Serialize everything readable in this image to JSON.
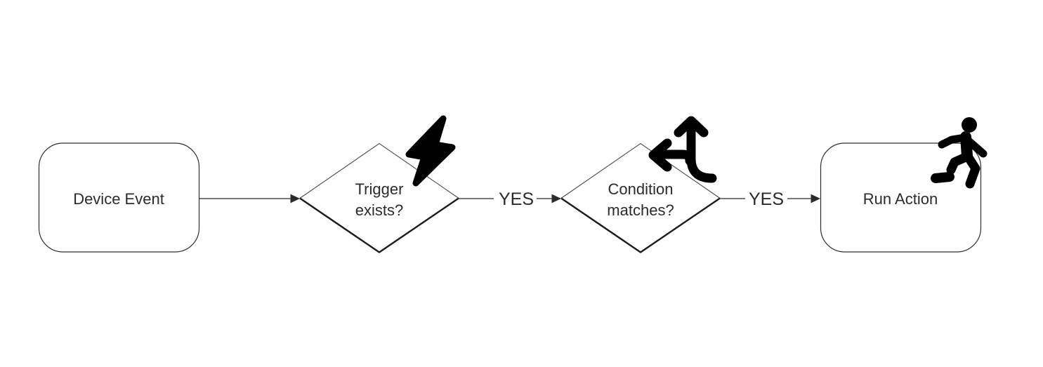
{
  "colors": {
    "background": "#ffffff",
    "shape-stroke": "#4a4a4a",
    "shape-stroke-strong": "#1c1c1c",
    "rect-stroke": "#2f2f2f",
    "edge-stroke": "#4f4f4f",
    "arrowhead": "#2b2b2b",
    "text": "#2b2b2b",
    "icon": "#000000"
  },
  "flowchart": {
    "nodes": [
      {
        "id": "device-event",
        "shape": "rounded-rectangle",
        "label": "Device Event"
      },
      {
        "id": "trigger-exists",
        "shape": "diamond",
        "label": "Trigger exists?",
        "label_line1": "Trigger",
        "label_line2": "exists?",
        "icon": "lightning-bolt-icon"
      },
      {
        "id": "condition-matches",
        "shape": "diamond",
        "label": "Condition matches?",
        "label_line1": "Condition",
        "label_line2": "matches?",
        "icon": "split-arrows-icon"
      },
      {
        "id": "run-action",
        "shape": "rounded-rectangle",
        "label": "Run Action",
        "icon": "person-running-icon"
      }
    ],
    "edges": [
      {
        "from": "device-event",
        "to": "trigger-exists",
        "label": ""
      },
      {
        "from": "trigger-exists",
        "to": "condition-matches",
        "label": "YES"
      },
      {
        "from": "condition-matches",
        "to": "run-action",
        "label": "YES"
      }
    ]
  }
}
